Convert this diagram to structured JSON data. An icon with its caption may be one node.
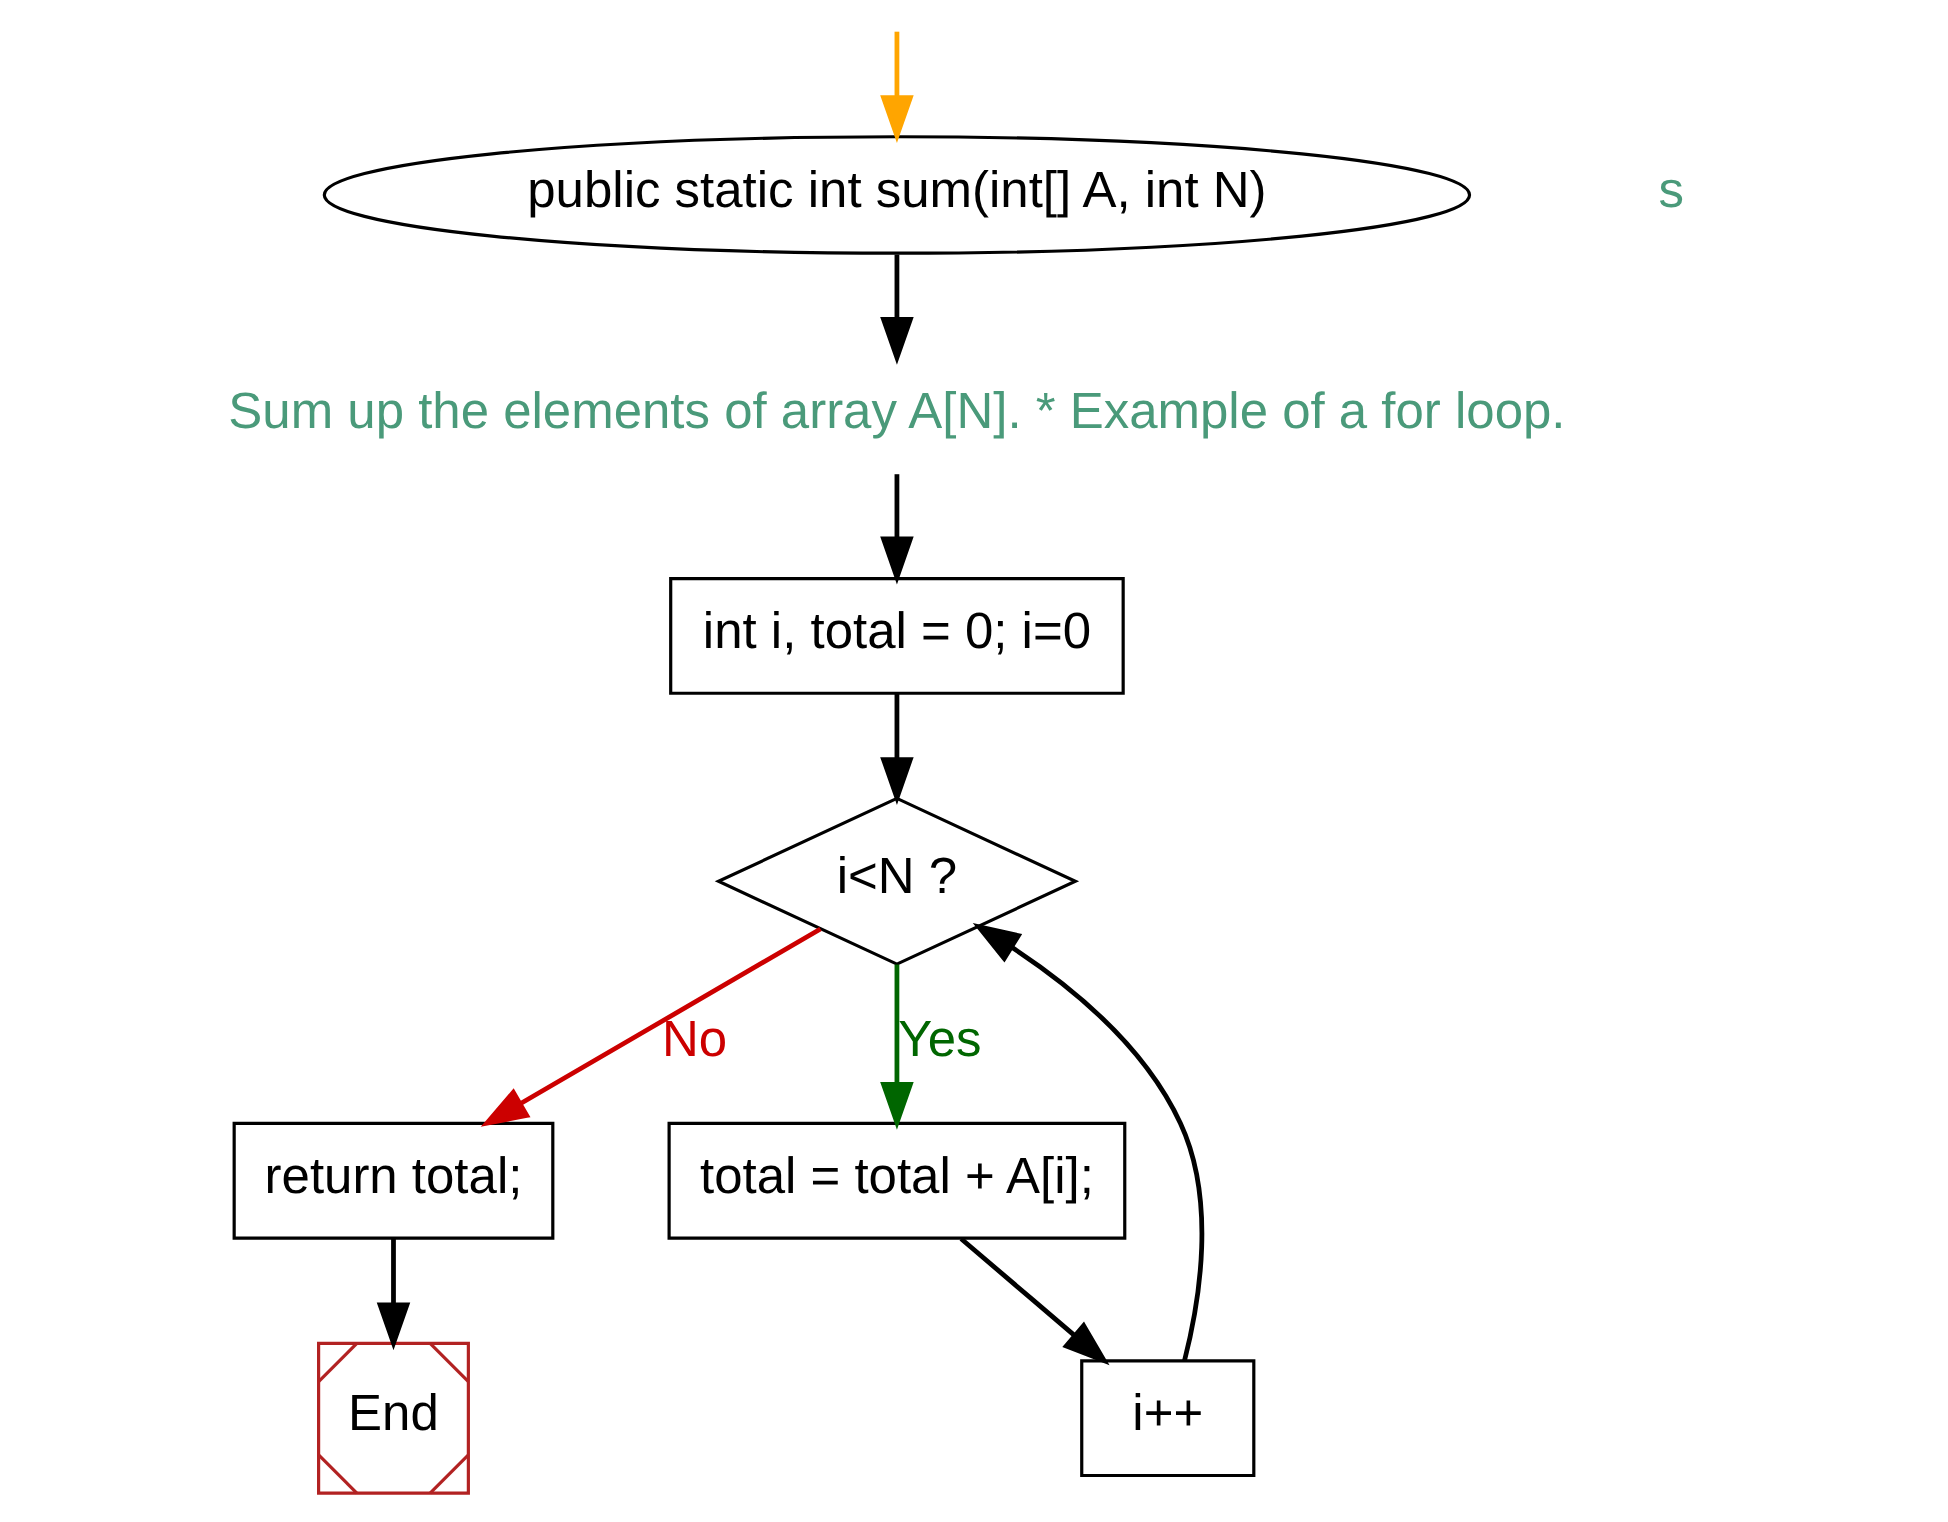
{
  "diagram": {
    "nodes": [
      {
        "text": [
          "public static int sum(int[] A, int N)"
        ]
      },
      {
        "text": [
          "Sum up the elements of array A[N]. * Example of a for loop."
        ]
      },
      {
        "text": [
          "int i, total = 0; i=0"
        ]
      },
      {
        "text": [
          "i<N ?"
        ]
      },
      {
        "text": [
          "return total;"
        ]
      },
      {
        "text": [
          "total = total + A[i];"
        ]
      },
      {
        "text": [
          "i++"
        ]
      },
      {
        "text": [
          "End"
        ]
      }
    ],
    "edges": [
      {
        "from": null,
        "to": 0,
        "arrow": "to",
        "color": "#ffa500"
      },
      {
        "from": 0,
        "to": 1,
        "arrow": "to"
      },
      {
        "from": 1,
        "to": 2,
        "arrow": "to"
      },
      {
        "from": 2,
        "to": 3,
        "arrow": "to"
      },
      {
        "from": 3,
        "to": 4,
        "arrow": "to",
        "label": "No",
        "color": "#cc0000"
      },
      {
        "from": 3,
        "to": 5,
        "arrow": "to",
        "label": "Yes",
        "color": "#006600"
      },
      {
        "from": 5,
        "to": 6,
        "arrow": "to"
      },
      {
        "from": 6,
        "to": 3,
        "arrow": "to"
      },
      {
        "from": 4,
        "to": 7,
        "arrow": "to"
      }
    ],
    "labels": [
      "s"
    ]
  }
}
